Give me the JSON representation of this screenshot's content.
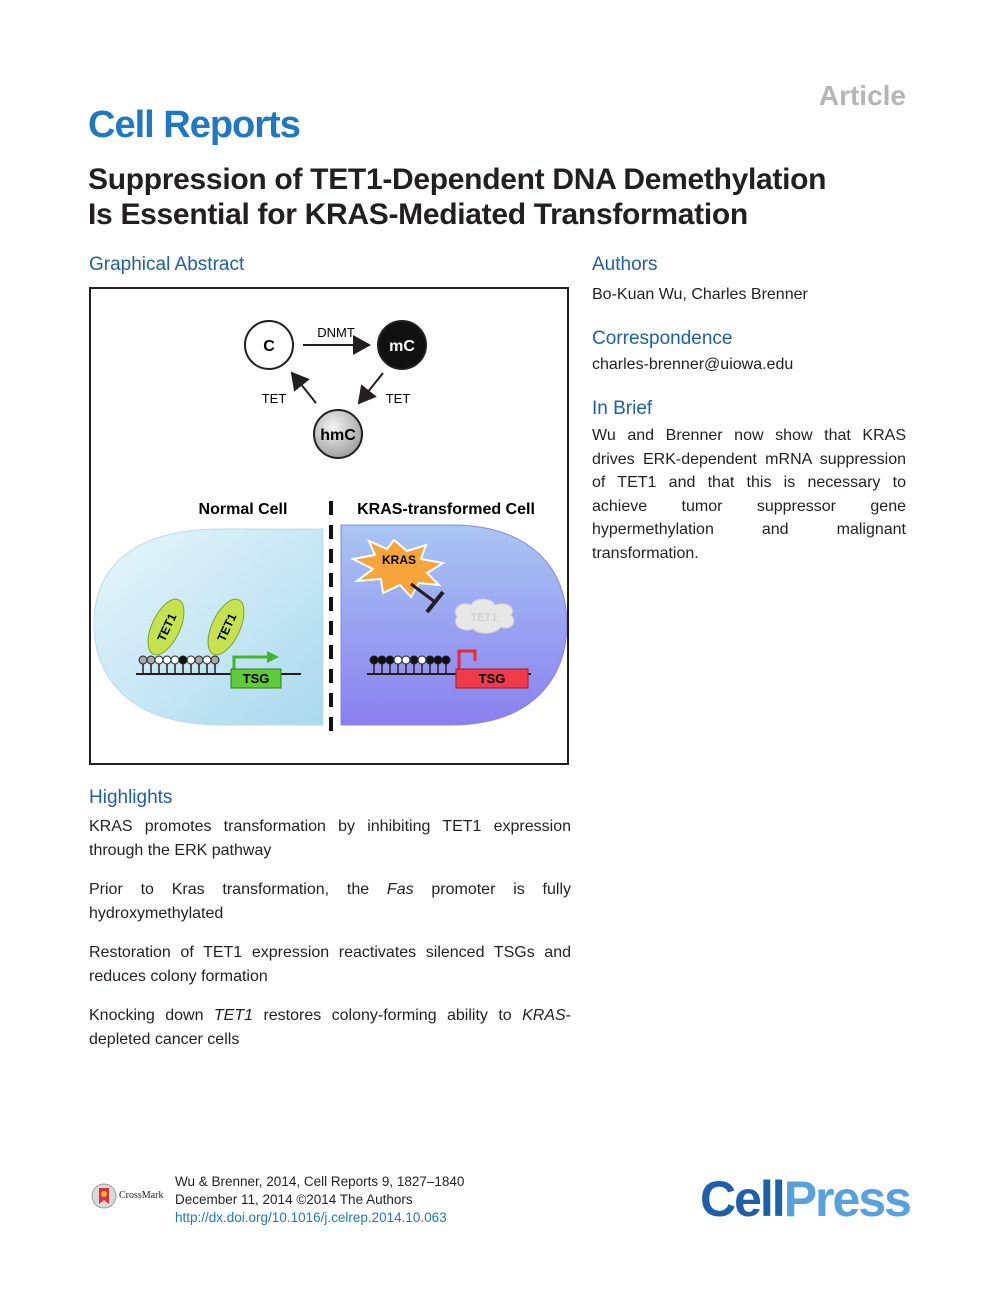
{
  "header": {
    "article_tag": "Article",
    "journal": "Cell Reports",
    "title_line1": "Suppression of TET1-Dependent DNA Demethylation",
    "title_line2": "Is Essential for KRAS-Mediated Transformation"
  },
  "graphical_abstract": {
    "heading": "Graphical Abstract",
    "nodes": {
      "c": "C",
      "mc": "mC",
      "hmc": "hmC"
    },
    "arrows": {
      "dnmt": "DNMT",
      "tet_left": "TET",
      "tet_right": "TET"
    },
    "normal_cell_label": "Normal Cell",
    "kras_cell_label": "KRAS-transformed Cell",
    "kras_burst": "KRAS",
    "tet1_protein": "TET1",
    "tsg": "TSG",
    "colors": {
      "normal_cell": "#c7e8f5",
      "kras_cell": "#8d8ff0",
      "tsg_active": "#5fcb3a",
      "tsg_silenced": "#f03a4a",
      "tet1_green": "#c4e34f",
      "kras_burst": "#f7a43a"
    }
  },
  "authors": {
    "heading": "Authors",
    "names": "Bo-Kuan Wu, Charles Brenner"
  },
  "correspondence": {
    "heading": "Correspondence",
    "email": "charles-brenner@uiowa.edu"
  },
  "in_brief": {
    "heading": "In Brief",
    "text": "Wu and Brenner now show that KRAS drives ERK-dependent mRNA suppression of TET1 and that this is necessary to achieve tumor suppressor gene hypermethylation and malignant transformation."
  },
  "highlights": {
    "heading": "Highlights",
    "h1": "KRAS promotes transformation by inhibiting TET1 expression through the ERK pathway",
    "h2_pre": "Prior to Kras transformation, the ",
    "h2_italic": "Fas",
    "h2_post": " promoter is fully hydroxymethylated",
    "h3": "Restoration of TET1 expression reactivates silenced TSGs and reduces colony formation",
    "h4_pre": "Knocking down ",
    "h4_italic1": "TET1",
    "h4_mid": " restores colony-forming ability to ",
    "h4_italic2": "KRAS",
    "h4_post": "-depleted cancer cells"
  },
  "footer": {
    "citation": "Wu & Brenner, 2014, Cell Reports 9, 1827–1840",
    "date": "December 11, 2014 ©2014 The Authors",
    "doi": "http://dx.doi.org/10.1016/j.celrep.2014.10.063",
    "crossmark": "CrossMark",
    "publisher_a": "Cell",
    "publisher_b": "Press"
  }
}
